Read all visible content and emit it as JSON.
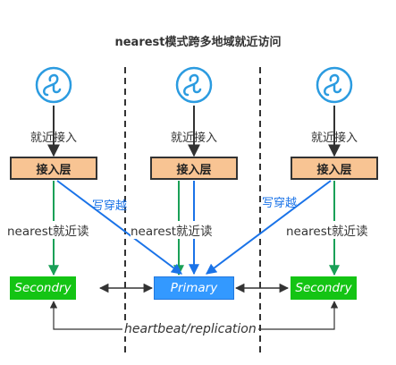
{
  "title": "nearest模式跨多地域就近访问",
  "clients": [
    {
      "access_label": "就近接入",
      "layer_label": "接入层",
      "icon": "mini-program-icon"
    },
    {
      "access_label": "就近接入",
      "layer_label": "接入层",
      "icon": "mini-program-icon"
    },
    {
      "access_label": "就近接入",
      "layer_label": "接入层",
      "icon": "mini-program-icon"
    }
  ],
  "read_labels": [
    "nearest就近读",
    "nearest就近读",
    "nearest就近读"
  ],
  "write_through_labels": [
    "写穿越",
    "写穿越"
  ],
  "nodes": {
    "left": "Secondry",
    "center": "Primary",
    "right": "Secondry"
  },
  "heartbeat_label": "heartbeat/replication",
  "colors": {
    "read_arrow": "#1aa057",
    "write_arrow": "#1a73e8",
    "secondary_fill": "#14c414",
    "primary_fill": "#3399ff",
    "layer_fill": "#f8c493",
    "icon_stroke": "#2b9be0"
  }
}
